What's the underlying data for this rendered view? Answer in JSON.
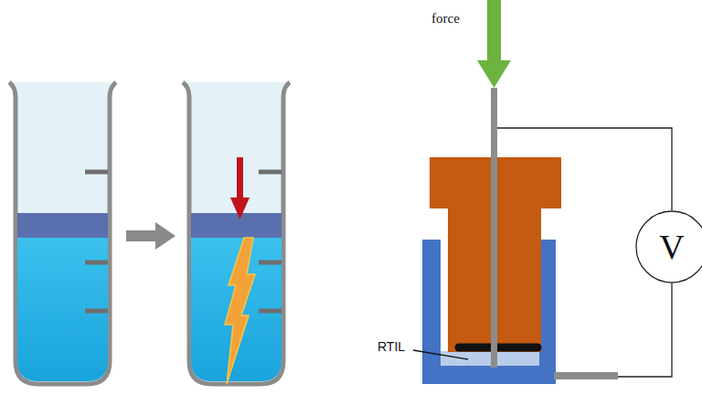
{
  "diagram": {
    "nodes": [
      {
        "text": [
          "V"
        ]
      }
    ],
    "labels": [
      "force",
      "RTIL"
    ]
  }
}
